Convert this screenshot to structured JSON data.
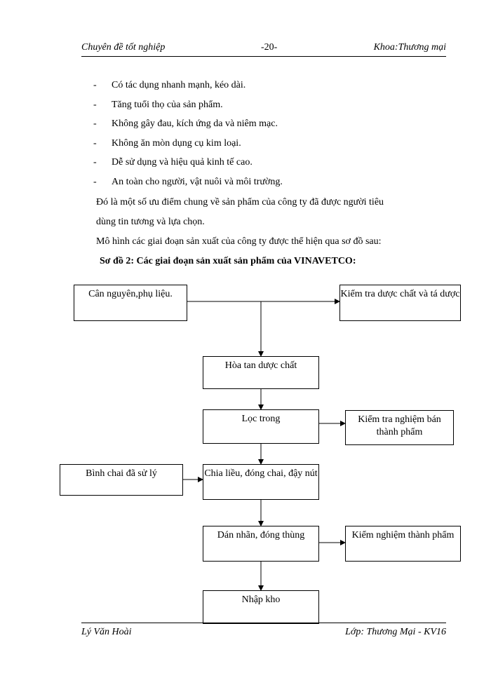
{
  "header": {
    "left": "Chuyên đề tốt nghiệp",
    "center": "-20-",
    "right": "Khoa:Thương mại"
  },
  "bullets": [
    "Có tác dụng nhanh mạnh, kéo dài.",
    "Tăng tuổi thọ của sản phẩm.",
    "Không gây đau, kích ứng da và niêm mạc.",
    "Không ăn mòn dụng cụ kim loại.",
    "Dễ sử dụng và hiệu quả kinh tế cao.",
    "An toàn cho người, vật nuôi và môi trường."
  ],
  "paragraph1_line1": "Đó là một số ưu điểm chung về sản phẩm của công ty đã được người tiêu",
  "paragraph1_line2": "dùng tin tương và lựa chọn.",
  "paragraph2": "Mô hình các giai đoạn sản xuất của công ty được thể hiện qua sơ đồ sau:",
  "diagram_caption": "Sơ đồ 2: Các giai đoạn sản xuất sản phẩm của VINAVETCO:",
  "diagram": {
    "raw_material": "Cân nguyên,phụ liệu.",
    "check_excipients": "Kiểm tra dược chất và tá dược",
    "dissolve": "Hòa tan dược chất",
    "filter": "Lọc trong",
    "test_semi": "Kiểm tra nghiệm bán thành phẩm",
    "bottles": "Bình chai đã sử lý",
    "dose_fill": "Chia liều, đóng chai, đậy nút",
    "label_pack": "Dán nhãn, đóng thùng",
    "test_final": "Kiểm nghiệm thành phẩm",
    "warehouse": "Nhập kho"
  },
  "footer": {
    "left": "Lý Văn Hoài",
    "right": "Lớp: Thương Mại - KV16"
  }
}
